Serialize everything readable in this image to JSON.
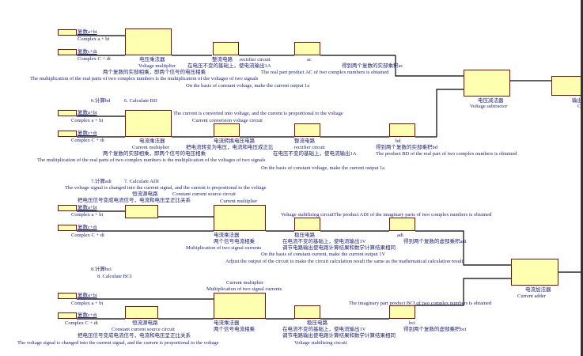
{
  "colors": {
    "block_fill": "#ffffb0",
    "block_border": "#7a1010",
    "text": "#20207a",
    "wire": "#000000"
  },
  "inputs": {
    "a_bi_cn": "复数a+bi",
    "a_bi_en": "Complex a + bi",
    "c_di_cn": "复数c+di",
    "c_di_en": "Complex C + di"
  },
  "section_ac": {
    "multiplier_cn": "电压乘法器",
    "multiplier_en": "Voltage multiplier",
    "rectifier_cn": "整流电路",
    "rectifier_en": "rectifier circuit",
    "rectifier_desc_cn": "在电压不变的基础上，使电流输出1A",
    "output_label": "ac",
    "output_desc_cn": "得到两个复数的实部乘积ac",
    "output_desc_en": "The real part product AC of two complex numbers is obtained",
    "mult_desc_cn": "两个复数的实部相乘，即两个信号的电压相乘",
    "mult_desc_en": "The multiplication of the real parts of two complex numbers is the multiplication of the voltages of two signals",
    "rect_desc_en": "On the basis of constant voltage, make the current output 1a"
  },
  "section_bd": {
    "title_cn": "6.计算bd",
    "title_en": "6. Calculate BD",
    "multiplier_cn": "电流乘法器",
    "multiplier_en": "Current multiplier",
    "conv_top_en": "The current is converted into voltage, and the current is proportional to the voltage",
    "conv_en": "Current conversion voltage circuit",
    "conv_cn": "电流转换电压电路",
    "conv_desc_cn": "把电流转变为电压，电流和电压成正比",
    "rectifier_cn": "整流电路",
    "rectifier_en": "rectifier circuit",
    "rectifier_desc_cn": "在电压不变的基础上，使电流输出1A",
    "output_label": "bd",
    "output_desc_cn": "得到两个复数的实部乘积bd",
    "output_desc_en": "The product BD of the real part of two complex numbers is obtained",
    "mult_desc_cn": "两个复数的实部相乘，即两个信号的电压相乘",
    "mult_desc_en": "The multiplication of the real parts of two complex numbers is the multiplication of the voltages of two signals",
    "rect_desc_en": "On the basis of constant voltage, make the current output 1a"
  },
  "section_adi": {
    "title_cn": "7.计算adi",
    "title_en": "7. Calculate ADI",
    "vi_desc_en": "The voltage signal is changed into the current signal, and the current is proportional to the voltage",
    "ccs_cn": "恒流源电路",
    "ccs_en": "Constant current source circuit",
    "ccs_desc_cn": "把电压信号变成电流信号，电流和电压呈正比关系",
    "multiplier_top_en": "Current multiplier",
    "multiplier_cn": "电流乘法器",
    "multiplier_desc_cn": "两个信号电流相乘",
    "multiplier_desc_en": "Multiplication of two signal currents",
    "vs_en_output": "Voltage stabilizing circuitThe product ADI of the imaginary parts of two complex numbers is obtained",
    "vs_cn": "稳压电路",
    "vs_desc_cn": "在电流不变的基础上，使电流输出1V",
    "vs_adj_cn": "调节电路输出使电路计算结果和数学计算结果相同",
    "vs_desc_en": "On the basis of constant current, make the current output 1V",
    "vs_adj_en": "Adjust the output of the circuit to make the circuit calculation result the same as the mathematical calculation result",
    "output_label": "adi",
    "output_desc_cn": "得到两个复数的虚部乘积adi"
  },
  "section_bci": {
    "title_cn": "8.计算bci",
    "title_en": "8. Calculate BCI",
    "multiplier_top_en": "Current multiplier",
    "multiplier_top_en2": "Multiplication of two signal currents",
    "ccs_cn": "恒流源电路",
    "ccs_en": "Constant current source circuit",
    "ccs_desc_cn": "把电压信号变成电流信号，电流和电压呈正比关系",
    "vi_desc_en": "The voltage signal is changed into the current signal, and the current is proportional to the voltage",
    "multiplier_cn": "电流乘法器",
    "multiplier_desc_cn": "两个信号电流相乘",
    "vs_cn": "稳压电路",
    "vs_desc_cn": "在电流不变的基础上，使电流输出1V",
    "vs_adj_cn": "调节电路输出使电路计算结果和数学计算结果相同",
    "vs_en": "Voltage stabilizing circuit",
    "output_label": "bci",
    "output_desc_cn": "得到两个复数的虚部乘积bci",
    "output_desc_en": "The imaginary part product BCI of two complex numbers is obtained"
  },
  "subtractor": {
    "cn": "电压减法器",
    "en": "Voltage subtractor"
  },
  "adder": {
    "cn": "电流加法器",
    "en": "Current adder"
  },
  "output_block": {
    "cn": "输出",
    "en": "C"
  }
}
